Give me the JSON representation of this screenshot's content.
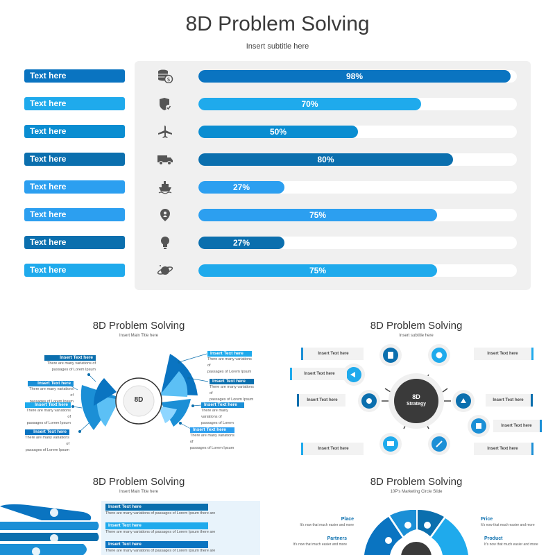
{
  "slide": {
    "title": "8D Problem Solving",
    "subtitle": "Insert subtitle here",
    "rows": [
      {
        "label": "Text here",
        "icon": "coins-dollar-icon",
        "percent": 98,
        "value_label": "98%",
        "color": "#0a74c1"
      },
      {
        "label": "Text here",
        "icon": "shield-check-icon",
        "percent": 70,
        "value_label": "70%",
        "color": "#1faaec"
      },
      {
        "label": "Text here",
        "icon": "airplane-icon",
        "percent": 50,
        "value_label": "50%",
        "color": "#0a8dd1"
      },
      {
        "label": "Text here",
        "icon": "truck-icon",
        "percent": 80,
        "value_label": "80%",
        "color": "#0b6fae"
      },
      {
        "label": "Text here",
        "icon": "ship-icon",
        "percent": 27,
        "value_label": "27%",
        "color": "#2c9ff0"
      },
      {
        "label": "Text here",
        "icon": "person-pin-icon",
        "percent": 75,
        "value_label": "75%",
        "color": "#2c9ff0"
      },
      {
        "label": "Text here",
        "icon": "lightbulb-icon",
        "percent": 27,
        "value_label": "27%",
        "color": "#0b6fae"
      },
      {
        "label": "Text here",
        "icon": "planet-icon",
        "percent": 75,
        "value_label": "75%",
        "color": "#1faaec"
      }
    ]
  },
  "thumb1": {
    "title": "8D Problem Solving",
    "subtitle": "Insert Main Title here",
    "center": "8D",
    "items": [
      {
        "title": "Insert Text here",
        "body1": "There are many variations of",
        "body2": "passages of Lorem Ipsum"
      },
      {
        "title": "Insert Text here",
        "body1": "There are many variations of",
        "body2": "passages of Lorem Ipsum"
      },
      {
        "title": "Insert Text here",
        "body1": "There are many variations of",
        "body2": "passages of Lorem Ipsum"
      },
      {
        "title": "Insert Text here",
        "body1": "There are many variations of",
        "body2": "passages of Lorem Ipsum"
      },
      {
        "title": "Insert Text here",
        "body1": "There are many variations of",
        "body2": "passages of Lorem Ipsum"
      },
      {
        "title": "Insert Text here",
        "body1": "There are many variations of",
        "body2": "passages of Lorem Ipsum"
      },
      {
        "title": "Insert Text here",
        "body1": "There are many variations of",
        "body2": "passages of Lorem Ipsum"
      },
      {
        "title": "Insert Text here",
        "body1": "There are many variations of",
        "body2": "passages of Lorem Ipsum"
      }
    ]
  },
  "thumb2": {
    "title": "8D Problem Solving",
    "subtitle": "Insert subtitle here",
    "center1": "8D",
    "center2": "Strategy",
    "pills": [
      "Insert Text here",
      "Insert Text here",
      "Insert Text here",
      "Insert Text here",
      "Insert Text here",
      "Insert Text here",
      "Insert Text here",
      "Insert Text here"
    ]
  },
  "thumb3": {
    "title": "8D Problem Solving",
    "subtitle": "Insert Main Title here",
    "items": [
      {
        "title": "Insert Text here",
        "body": "There are many variations of passages of Lorem Ipsum there are"
      },
      {
        "title": "Insert Text here",
        "body": "There are many variations of passages of Lorem Ipsum there are"
      },
      {
        "title": "Insert Text here",
        "body": "There are many variations of passages of Lorem Ipsum there are"
      }
    ]
  },
  "thumb4": {
    "title": "8D Problem Solving",
    "subtitle": "10P's Marketing Circle Slide",
    "left": [
      {
        "title": "Place",
        "body": "It's now that much easier and more"
      },
      {
        "title": "Partners",
        "body": "It's now that much easier and more"
      }
    ],
    "right": [
      {
        "title": "Price",
        "body": "It's now that much easier and more"
      },
      {
        "title": "Product",
        "body": "It's now that much easier and more"
      }
    ]
  }
}
